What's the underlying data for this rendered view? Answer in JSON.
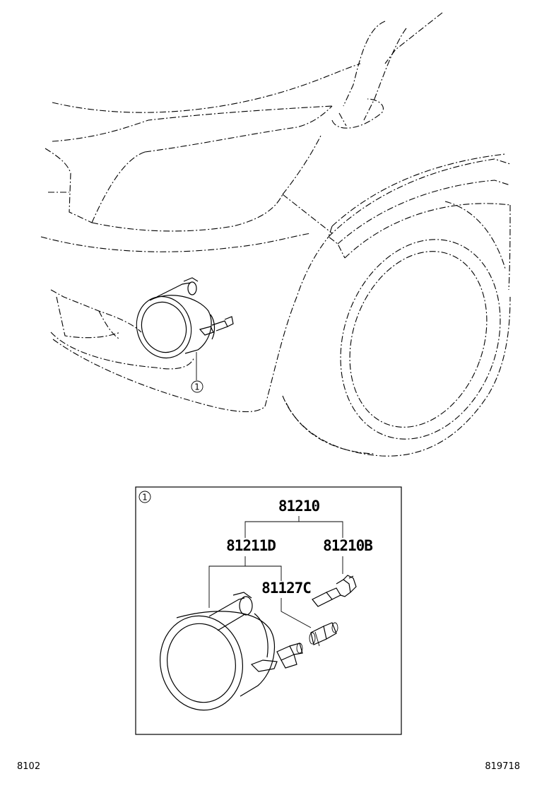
{
  "callout": {
    "marker": "1"
  },
  "detail_box": {
    "marker": "1",
    "parts": {
      "assembly": "81210",
      "lamp_unit": "81211D",
      "bulb_socket": "81127C",
      "bulb": "81210B"
    }
  },
  "footer": {
    "left": "8102",
    "right": "819718"
  }
}
